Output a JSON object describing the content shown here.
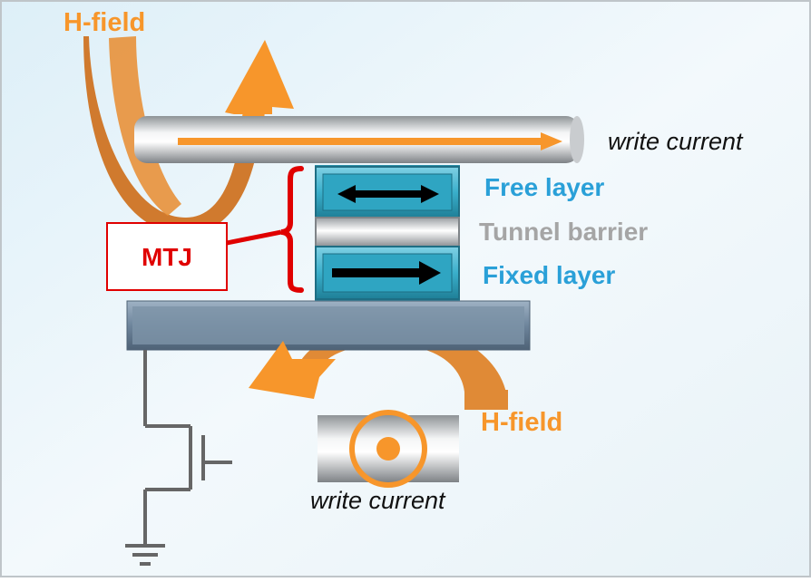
{
  "labels": {
    "hfield_top": "H-field",
    "write_current_top": "write current",
    "free_layer": "Free layer",
    "tunnel_barrier": "Tunnel barrier",
    "fixed_layer": "Fixed layer",
    "mtj": "MTJ",
    "hfield_bottom": "H-field",
    "write_current_bottom": "write current"
  },
  "colors": {
    "orange": "#F7962B",
    "orange_dark": "#E07E1F",
    "blue_label": "#2AA0D8",
    "gray_label": "#A5A5A5",
    "red": "#E00000",
    "layer_teal": "#3AAFCB",
    "bottom_electrode": "#6E859C"
  }
}
